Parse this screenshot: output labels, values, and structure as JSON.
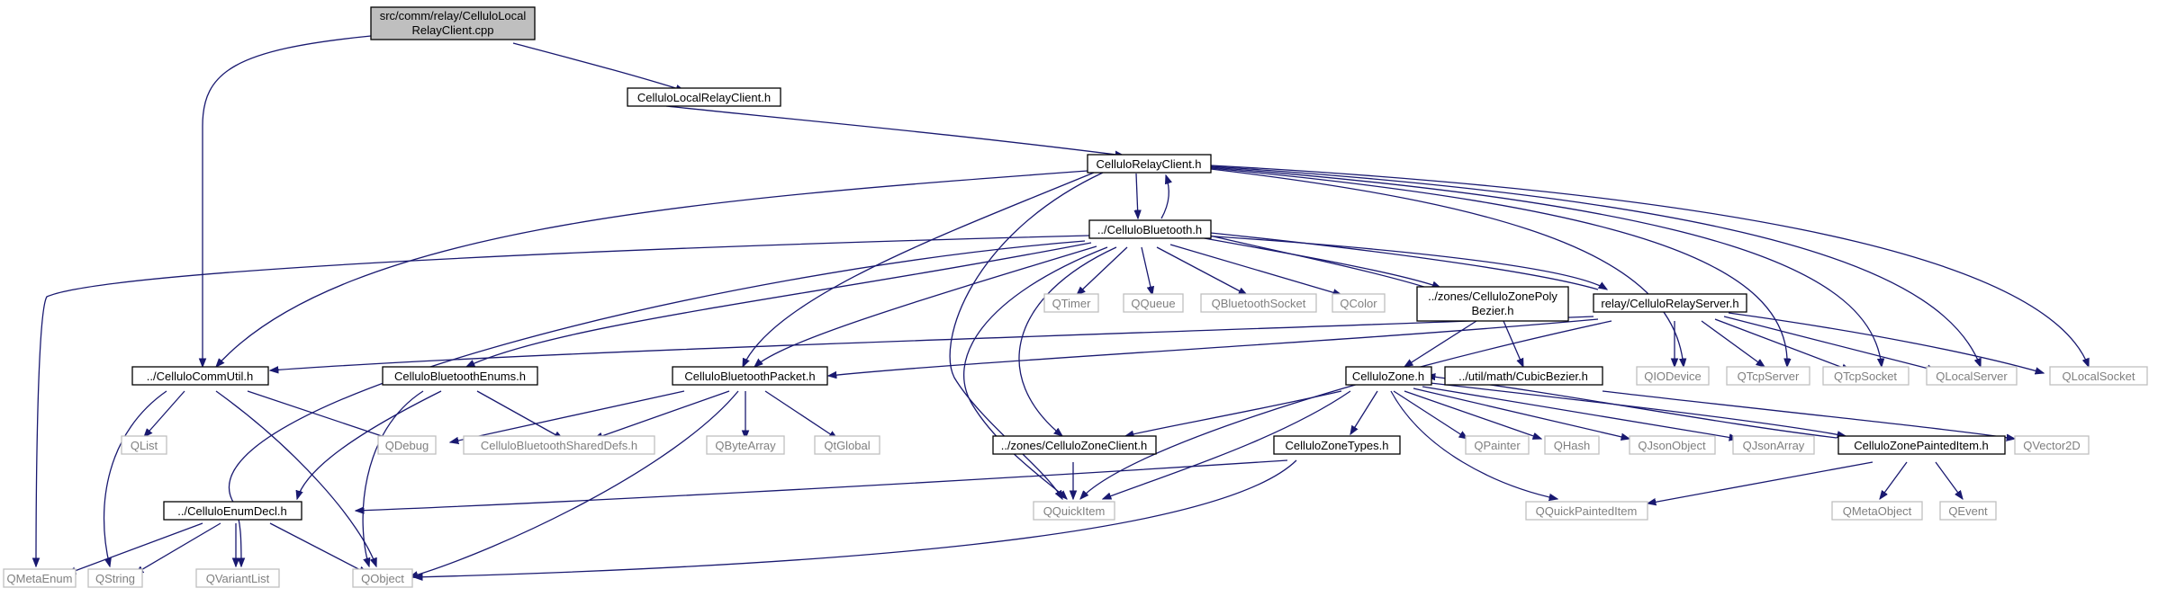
{
  "root": {
    "line1": "src/comm/relay/CelluloLocal",
    "line2": "RelayClient.cpp"
  },
  "files": {
    "local_relay_client_h": "CelluloLocalRelayClient.h",
    "relay_client_h": "CelluloRelayClient.h",
    "bluetooth_h": "../CelluloBluetooth.h",
    "comm_util_h": "../CelluloCommUtil.h",
    "bluetooth_enums_h": "CelluloBluetoothEnums.h",
    "bluetooth_packet_h": "CelluloBluetoothPacket.h",
    "zone_poly_bezier_h": {
      "line1": "../zones/CelluloZonePoly",
      "line2": "Bezier.h"
    },
    "relay_server_h": "relay/CelluloRelayServer.h",
    "zone_h": "CelluloZone.h",
    "cubic_bezier_h": "../util/math/CubicBezier.h",
    "zone_client_h": "../zones/CelluloZoneClient.h",
    "zone_types_h": "CelluloZoneTypes.h",
    "zone_painted_item_h": "CelluloZonePaintedItem.h",
    "enum_decl_h": "../CelluloEnumDecl.h",
    "bluetooth_shared_defs_h": "CelluloBluetoothSharedDefs.h"
  },
  "externals": {
    "qtimer": "QTimer",
    "qqueue": "QQueue",
    "qbluetoothsocket": "QBluetoothSocket",
    "qcolor": "QColor",
    "qiodevice": "QIODevice",
    "qtcpserver": "QTcpServer",
    "qtcpsocket": "QTcpSocket",
    "qlocalserver": "QLocalServer",
    "qlocalsocket": "QLocalSocket",
    "qlist": "QList",
    "qdebug": "QDebug",
    "qbytearray": "QByteArray",
    "qtglobal": "QtGlobal",
    "qpainter": "QPainter",
    "qhash": "QHash",
    "qjsonobject": "QJsonObject",
    "qjsonarray": "QJsonArray",
    "qvector2d": "QVector2D",
    "qquickitem": "QQuickItem",
    "qquickpainteditem": "QQuickPaintedItem",
    "qmetaobject": "QMetaObject",
    "qevent": "QEvent",
    "qmetaenum": "QMetaEnum",
    "qstring": "QString",
    "qvariantlist": "QVariantList",
    "qobject": "QObject"
  },
  "colors": {
    "edge": "#191970",
    "node_border": "#000000",
    "external_border": "#bfbfbf",
    "external_text": "#7f7f7f",
    "root_fill": "#bfbfbf"
  }
}
